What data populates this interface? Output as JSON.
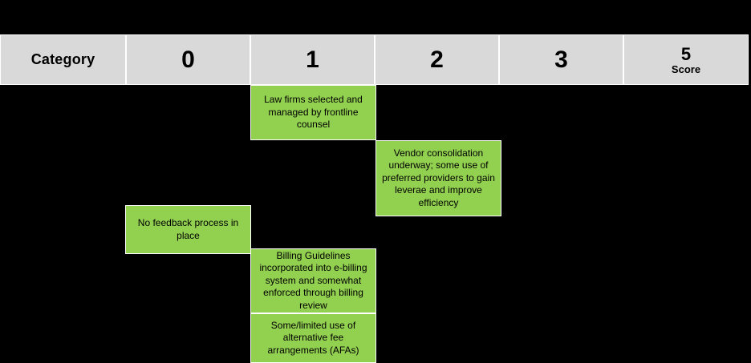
{
  "table": {
    "header": {
      "category_label": "Category",
      "columns": [
        "0",
        "1",
        "2",
        "3"
      ],
      "score": {
        "number": "5",
        "label": "Score"
      }
    },
    "cells": [
      {
        "name": "cell-law-firms-selected",
        "column": "1",
        "text": "Law firms selected and managed by frontline counsel"
      },
      {
        "name": "cell-vendor-consolidation",
        "column": "2",
        "text": "Vendor consolidation underway; some use of preferred providers to gain leverae and improve efficiency"
      },
      {
        "name": "cell-no-feedback-process",
        "column": "0",
        "text": "No feedback process in place"
      },
      {
        "name": "cell-billing-guidelines",
        "column": "1",
        "text": "Billing Guidelines incorporated into e-billing system and somewhat enforced through billing review"
      },
      {
        "name": "cell-afa-use",
        "column": "1",
        "text": "Some/limited use of alternative fee arrangements (AFAs)"
      }
    ]
  }
}
